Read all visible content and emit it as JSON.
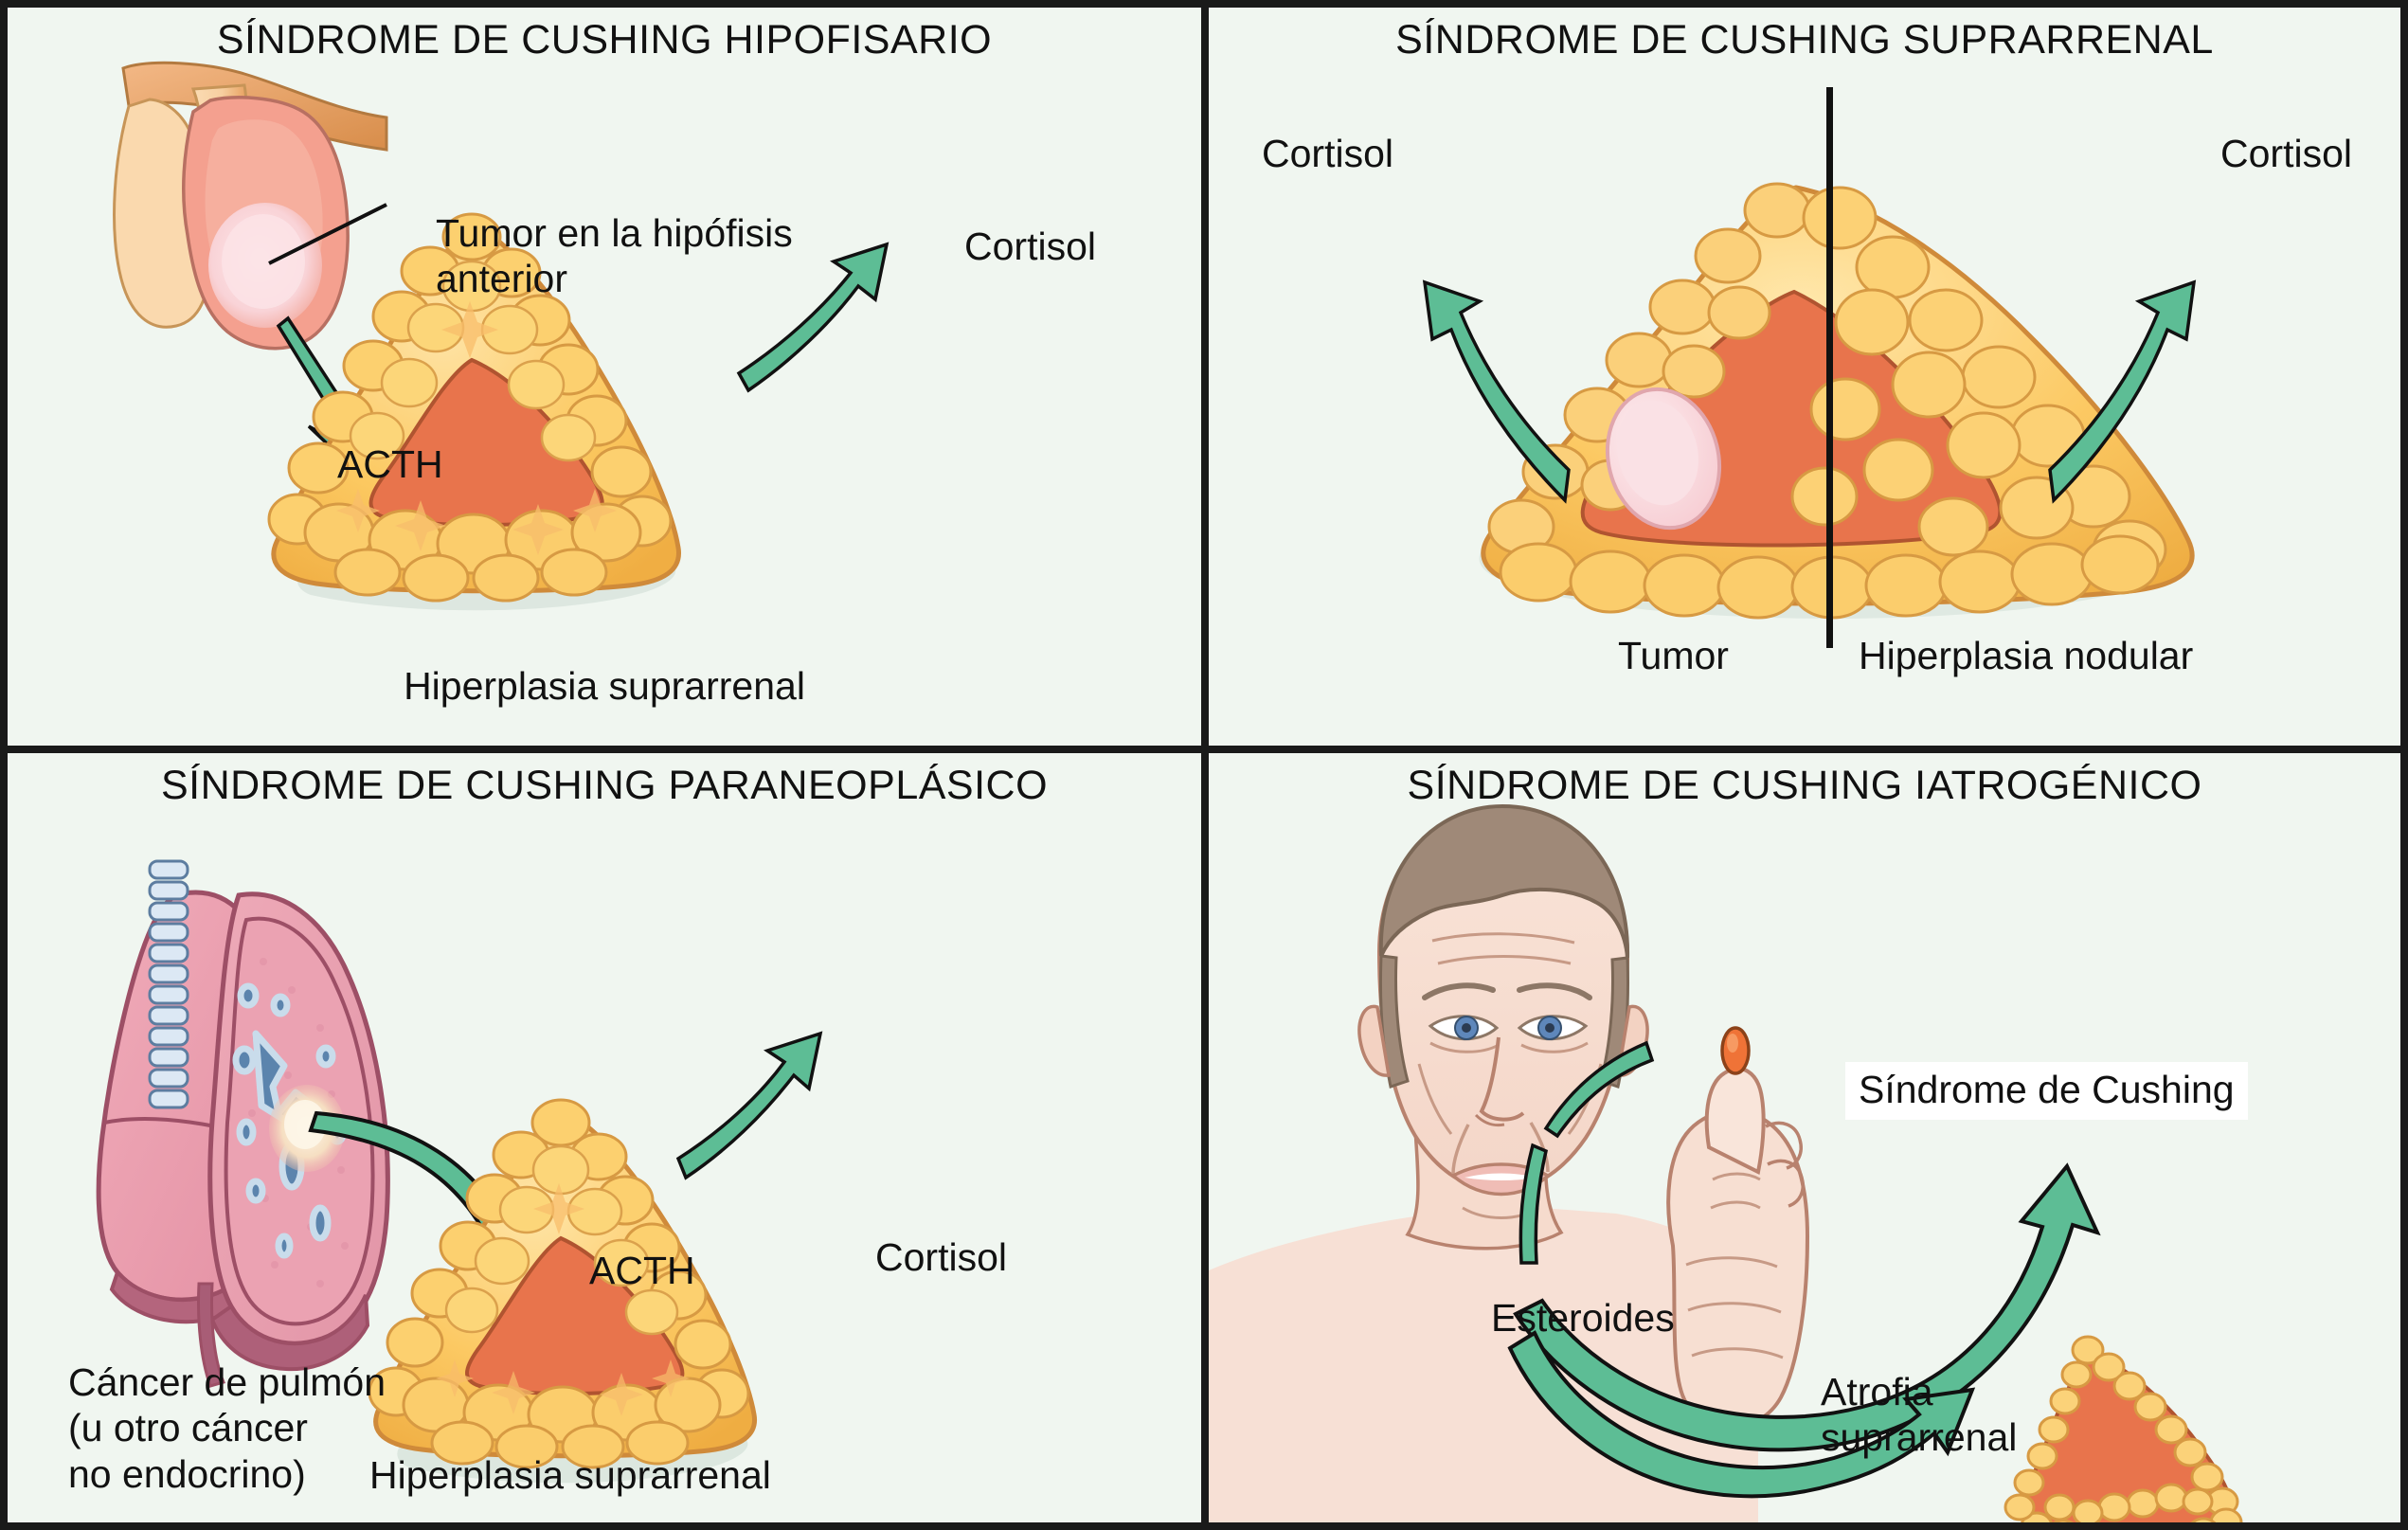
{
  "figure": {
    "background_color": "#f0f6f0",
    "border_color": "#1a1a1a",
    "arrow_color": "#4cb58a",
    "adrenal_cortex_color": "#fac65e",
    "adrenal_medulla_color": "#e9734a",
    "pituitary_color": "#f4a393",
    "tumor_color": "#fbd9dd",
    "lung_color": "#eda5b6",
    "skin_color": "#f6ded3",
    "hair_color": "#9f8978"
  },
  "panels": [
    {
      "id": "pituitary",
      "title": "SÍNDROME DE CUSHING HIPOFISARIO",
      "labels": [
        {
          "name": "tumor-pituitary-label",
          "text": "Tumor en la hipófisis\nanterior"
        },
        {
          "name": "acth-label",
          "text": "ACTH"
        },
        {
          "name": "cortisol-label",
          "text": "Cortisol"
        },
        {
          "name": "adrenal-hyperplasia-label",
          "text": "Hiperplasia suprarrenal"
        }
      ]
    },
    {
      "id": "adrenal",
      "title": "SÍNDROME DE CUSHING SUPRARRENAL",
      "labels": [
        {
          "name": "cortisol-left-label",
          "text": "Cortisol"
        },
        {
          "name": "cortisol-right-label",
          "text": "Cortisol"
        },
        {
          "name": "tumor-label",
          "text": "Tumor"
        },
        {
          "name": "nodular-hyperplasia-label",
          "text": "Hiperplasia nodular"
        }
      ]
    },
    {
      "id": "paraneoplastic",
      "title": "SÍNDROME DE CUSHING PARANEOPLÁSICO",
      "labels": [
        {
          "name": "lung-cancer-label",
          "text": "Cáncer de pulmón\n(u otro cáncer\nno endocrino)"
        },
        {
          "name": "acth-label",
          "text": "ACTH"
        },
        {
          "name": "cortisol-label",
          "text": "Cortisol"
        },
        {
          "name": "adrenal-hyperplasia-label",
          "text": "Hiperplasia suprarrenal"
        }
      ]
    },
    {
      "id": "iatrogenic",
      "title": "SÍNDROME DE CUSHING IATROGÉNICO",
      "labels": [
        {
          "name": "steroids-label",
          "text": "Esteroides"
        },
        {
          "name": "cushing-syndrome-label",
          "text": "Síndrome de Cushing"
        },
        {
          "name": "adrenal-atrophy-label",
          "text": "Atrofia\nsuprarrenal"
        }
      ]
    }
  ]
}
